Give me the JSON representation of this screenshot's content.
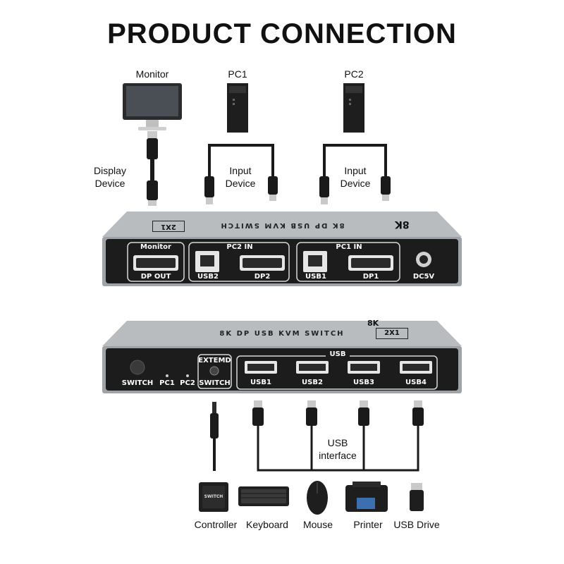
{
  "title": "PRODUCT CONNECTION",
  "top_labels": {
    "monitor": "Monitor",
    "pc1": "PC1",
    "pc2": "PC2",
    "display_device_1": "Display",
    "display_device_2": "Device",
    "input_device_a1": "Input",
    "input_device_a2": "Device",
    "input_device_b1": "Input",
    "input_device_b2": "Device"
  },
  "top_unit": {
    "model_text": "8K DP USB KVM SWITCH",
    "badge": "2X1",
    "res": "8K",
    "monitor_label": "Monitor",
    "dp_out": "DP OUT",
    "pc2_in": "PC2 IN",
    "usb2": "USB2",
    "dp2": "DP2",
    "pc1_in": "PC1 IN",
    "usb1": "USB1",
    "dp1": "DP1",
    "dc5v": "DC5V"
  },
  "bottom_unit": {
    "model_text": "8K DP USB KVM SWITCH",
    "badge": "2X1",
    "res": "8K",
    "switch": "SWITCH",
    "pc1": "PC1",
    "pc2": "PC2",
    "extemd": "EXTEMD",
    "switch2": "SWITCH",
    "usb_header": "USB",
    "usb1": "USB1",
    "usb2": "USB2",
    "usb3": "USB3",
    "usb4": "USB4"
  },
  "bottom_labels": {
    "usb_interface_1": "USB",
    "usb_interface_2": "interface",
    "controller_key": "SWITCH",
    "controller": "Controller",
    "keyboard": "Keyboard",
    "mouse": "Mouse",
    "printer": "Printer",
    "usb_drive": "USB Drive"
  },
  "colors": {
    "housing": "#a8abae",
    "panel": "#1c1c1c",
    "port_border": "#d8d8d8",
    "cable": "#1a1a1a"
  }
}
